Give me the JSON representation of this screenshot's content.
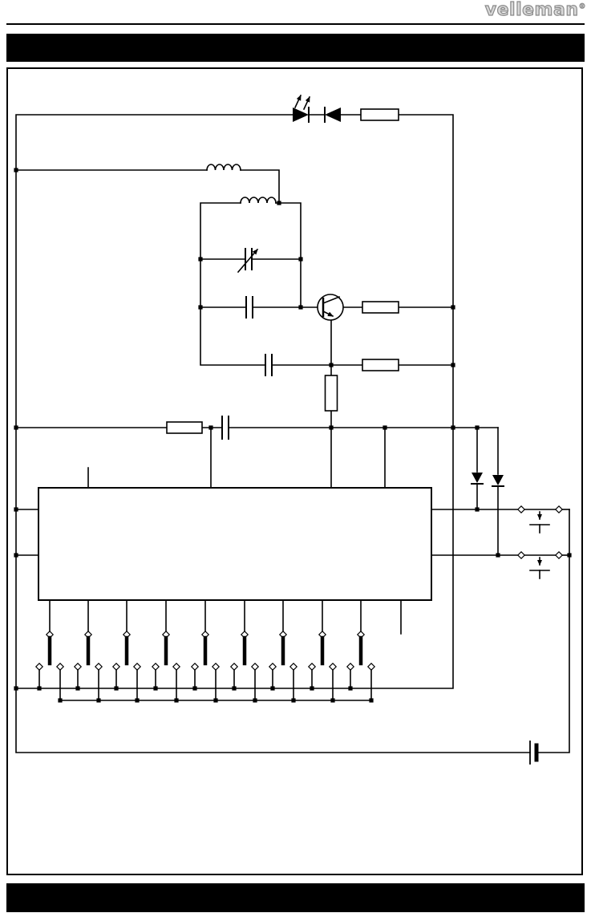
{
  "brand": {
    "name": "velleman",
    "registered": "®"
  },
  "colors": {
    "paper": "#ffffff",
    "ink": "#000000",
    "bar": "#000000",
    "logo_gray": "#8a8a8a"
  },
  "schematic": {
    "type": "electronic-circuit-diagram",
    "components": [
      "led",
      "diode",
      "resistor",
      "rf-choke-inductor",
      "tank-inductor",
      "variable-capacitor",
      "capacitor",
      "npn-transistor",
      "encoder-ic",
      "steering-diode",
      "pushbutton",
      "dip-switch",
      "battery"
    ],
    "dip_switch_count": 9,
    "pushbutton_count": 2,
    "steering_diode_count": 2,
    "resistor_count": 5,
    "capacitor_count": 4,
    "inductor_count": 2
  }
}
